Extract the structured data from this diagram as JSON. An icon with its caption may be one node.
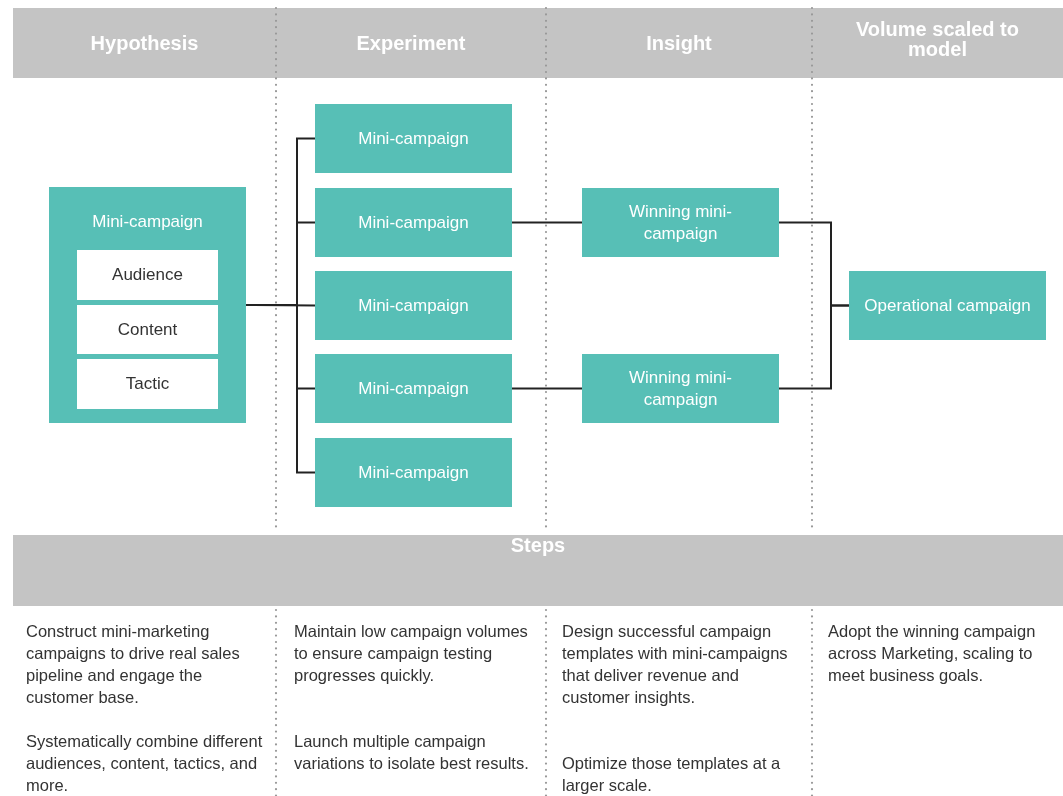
{
  "diagram": {
    "nodes": [
      {
        "text": [
          "Mini-campaign"
        ]
      },
      {
        "text": [
          "Audience"
        ],
        "in": 0
      },
      {
        "text": [
          "Content"
        ],
        "in": 0
      },
      {
        "text": [
          "Tactic"
        ],
        "in": 0
      },
      {
        "text": [
          "Mini-campaign"
        ]
      },
      {
        "text": [
          "Mini-campaign"
        ]
      },
      {
        "text": [
          "Mini-campaign"
        ]
      },
      {
        "text": [
          "Mini-campaign"
        ]
      },
      {
        "text": [
          "Mini-campaign"
        ]
      },
      {
        "text": [
          "Winning mini-campaign"
        ]
      },
      {
        "text": [
          "Winning mini-campaign"
        ]
      },
      {
        "text": [
          "Operational campaign"
        ]
      }
    ],
    "edges": [
      {
        "from": 0,
        "to": 4,
        "arrow": "none"
      },
      {
        "from": 0,
        "to": 5,
        "arrow": "none"
      },
      {
        "from": 0,
        "to": 6,
        "arrow": "none"
      },
      {
        "from": 0,
        "to": 7,
        "arrow": "none"
      },
      {
        "from": 0,
        "to": 8,
        "arrow": "none"
      },
      {
        "from": 5,
        "to": 9,
        "arrow": "none"
      },
      {
        "from": 7,
        "to": 10,
        "arrow": "none"
      },
      {
        "from": 9,
        "to": 11,
        "arrow": "none"
      },
      {
        "from": 10,
        "to": 11,
        "arrow": "none"
      }
    ],
    "labels": [
      "Hypothesis",
      "Experiment",
      "Insight",
      "Volume scaled to model",
      "Steps",
      "Construct mini-marketing campaigns to drive real sales pipeline and engage the customer base.",
      "Systematically combine different audiences, content, tactics, and more.",
      "Maintain low campaign volumes to ensure campaign testing progresses quickly.",
      "Launch multiple campaign variations to isolate best results.",
      "Design successful campaign templates with mini-campaigns that deliver revenue and customer insights.",
      "Optimize those templates at a larger scale.",
      "Adopt the winning campaign across Marketing, scaling to meet business goals."
    ]
  }
}
